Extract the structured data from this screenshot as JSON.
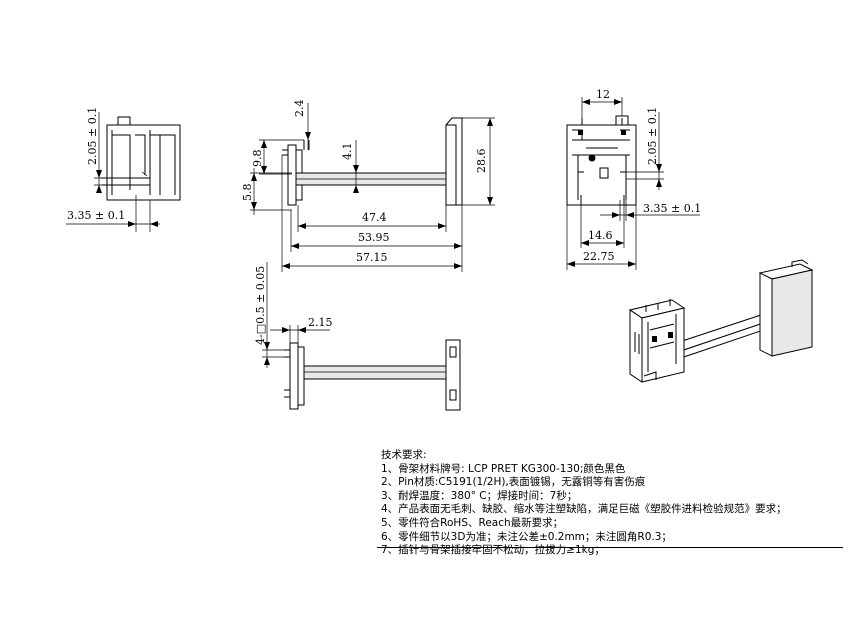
{
  "dimensions": {
    "front_vertical": "2.05 ± 0.1",
    "front_horizontal": "3.35 ± 0.1",
    "side_top": "2.4",
    "side_offset": "9.8",
    "side_mid": "4.1",
    "side_height": "28.6",
    "side_lower": "5.8",
    "side_length_1": "47.4",
    "side_length_2": "53.95",
    "side_length_3": "57.15",
    "end_width_top": "12",
    "end_vertical": "2.05 ± 0.1",
    "end_horizontal": "3.35 ± 0.1",
    "end_width_mid": "14.6",
    "end_width_bottom": "22.75",
    "bottom_vertical": "4-□0.5 ± 0.05",
    "bottom_horizontal": "2.15"
  },
  "notes": {
    "title": "技术要求:",
    "items": [
      "1、骨架材料牌号: LCP PRET KG300-130;颜色黑色",
      "2、Pin材质:C5191(1/2H),表面镀锡，无露铜等有害伤痕",
      "3、耐焊温度：380° C；焊接时间：7秒；",
      "4、产品表面无毛刺、缺胶、缩水等注塑缺陷，满足巨磁《塑胶件进料检验规范》要求；",
      "5、零件符合RoHS、Reach最新要求；",
      "6、零件细节以3D为准；未注公差±0.2mm；未注圆角R0.3；",
      "7、插针与骨架插接牢固不松动，拉拔力≥1kg；"
    ]
  }
}
